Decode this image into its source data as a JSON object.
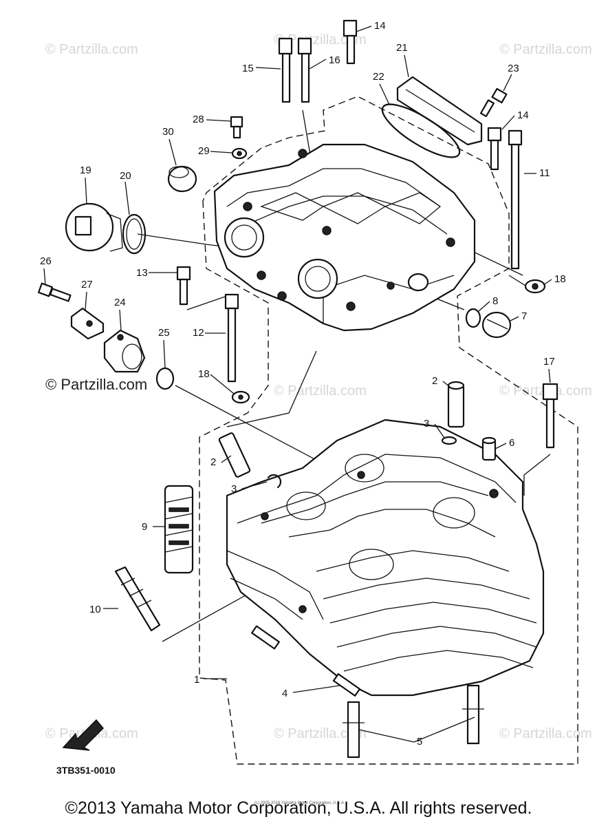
{
  "diagram": {
    "diagram_code": "3TB351-0010",
    "copyright": "©2013 Yamaha Motor Corporation, U.S.A. All rights reserved.",
    "small_notice": "(c) 2005-2016 Yamaha Motor Corporation, U.S.A.",
    "credit": "© Partzilla.com",
    "watermark": "© Partzilla.com",
    "fwd_label": "FWD",
    "callouts": [
      "1",
      "2",
      "2",
      "3",
      "3",
      "4",
      "5",
      "6",
      "7",
      "8",
      "9",
      "10",
      "11",
      "12",
      "13",
      "14",
      "14",
      "15",
      "16",
      "17",
      "18",
      "18",
      "19",
      "20",
      "21",
      "22",
      "23",
      "24",
      "25",
      "26",
      "27",
      "28",
      "29",
      "30"
    ]
  }
}
